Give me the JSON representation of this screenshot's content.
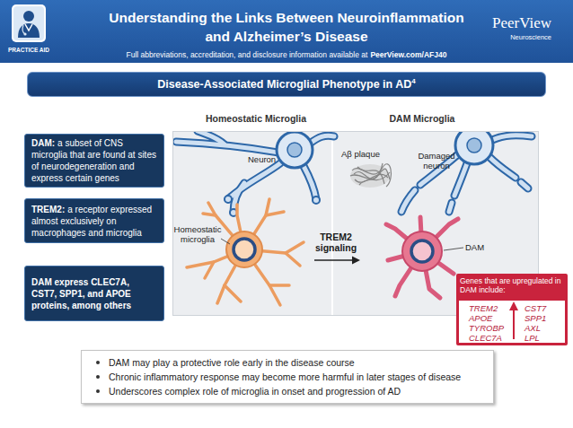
{
  "diagram": {
    "title": "Understanding the Links Between Neuroinflammation and Alzheimer’s Disease",
    "nodes": [
      {
        "text": [
          "Disease-Associated Microglial Phenotype in AD",
          "4"
        ]
      },
      {
        "text": [
          "DAM:",
          "a subset of CNS microglia that are found at sites of neurodegeneration and express certain genes"
        ]
      },
      {
        "text": [
          "TREM2:",
          "a receptor expressed almost exclusively on macrophages and microglia"
        ]
      },
      {
        "text": [
          "DAM express CLEC7A, CST7, SPP1, and APOE proteins, among others"
        ]
      },
      {
        "text": [
          "Neuron",
          "Aβ plaque",
          "Damaged neuron",
          "Homeostatic microglia",
          "TREM2 signaling",
          "DAM"
        ]
      },
      {
        "text": [
          "Genes that are upregulated in DAM include:",
          "TREM2",
          "APOE",
          "TYROBP",
          "CLEC7A",
          "CST7",
          "SPP1",
          "AXL",
          "LPL"
        ]
      },
      {
        "text": [
          "DAM may play a protective role early in the disease course",
          "Chronic inflammatory response may become more harmful in later stages of disease",
          "Underscores complex role of microglia in onset and progression of AD"
        ]
      }
    ],
    "labels": [
      "PRACTICE AID",
      "Full abbreviations, accreditation, and disclosure information available at",
      "PeerView.com/AFJ40",
      "PeerView",
      "Neuroscience",
      "Homeostatic Microglia",
      "DAM Microglia"
    ]
  }
}
